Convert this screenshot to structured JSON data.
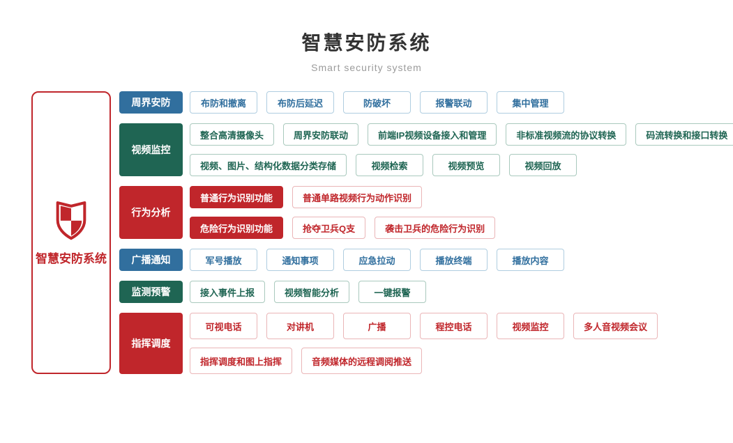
{
  "header": {
    "title": "智慧安防系统",
    "subtitle": "Smart security system"
  },
  "root": {
    "label": "智慧安防系统",
    "icon": "shield-icon"
  },
  "colors": {
    "blue": "#316F9E",
    "green": "#1F6553",
    "red": "#C0262B",
    "blue_border": "#AFCDE0",
    "green_border": "#A9C9BD",
    "red_border": "#EAB5B7",
    "title_text": "#333333",
    "subtitle_text": "#9B9B9B"
  },
  "categories": [
    {
      "label": "周界安防",
      "color": "blue",
      "tall": false,
      "rows": [
        [
          {
            "label": "布防和撤离",
            "variant": "outline"
          },
          {
            "label": "布防后延迟",
            "variant": "outline"
          },
          {
            "label": "防破坏",
            "variant": "outline"
          },
          {
            "label": "报警联动",
            "variant": "outline"
          },
          {
            "label": "集中管理",
            "variant": "outline"
          }
        ]
      ]
    },
    {
      "label": "视频监控",
      "color": "green",
      "tall": false,
      "rows": [
        [
          {
            "label": "整合高清摄像头",
            "variant": "outline"
          },
          {
            "label": "周界安防联动",
            "variant": "outline"
          },
          {
            "label": "前端IP视频设备接入和管理",
            "variant": "outline"
          },
          {
            "label": "非标准视频流的协议转换",
            "variant": "outline"
          },
          {
            "label": "码流转换和接口转换",
            "variant": "outline"
          }
        ],
        [
          {
            "label": "视频、图片、结构化数据分类存储",
            "variant": "outline"
          },
          {
            "label": "视频检索",
            "variant": "outline"
          },
          {
            "label": "视频预览",
            "variant": "outline"
          },
          {
            "label": "视频回放",
            "variant": "outline"
          }
        ]
      ]
    },
    {
      "label": "行为分析",
      "color": "red",
      "tall": false,
      "rows": [
        [
          {
            "label": "普通行为识别功能",
            "variant": "solid"
          },
          {
            "label": "普通单路视频行为动作识别",
            "variant": "outline"
          }
        ],
        [
          {
            "label": "危险行为识别功能",
            "variant": "solid"
          },
          {
            "label": "抢夺卫兵Q支",
            "variant": "outline"
          },
          {
            "label": "袭击卫兵的危险行为识别",
            "variant": "outline"
          }
        ]
      ]
    },
    {
      "label": "广播通知",
      "color": "blue",
      "tall": false,
      "rows": [
        [
          {
            "label": "军号播放",
            "variant": "outline"
          },
          {
            "label": "通知事项",
            "variant": "outline"
          },
          {
            "label": "应急拉动",
            "variant": "outline"
          },
          {
            "label": "播放终端",
            "variant": "outline"
          },
          {
            "label": "播放内容",
            "variant": "outline"
          }
        ]
      ]
    },
    {
      "label": "监测预警",
      "color": "green",
      "tall": false,
      "rows": [
        [
          {
            "label": "接入事件上报",
            "variant": "outline"
          },
          {
            "label": "视频智能分析",
            "variant": "outline"
          },
          {
            "label": "一键报警",
            "variant": "outline"
          }
        ]
      ]
    },
    {
      "label": "指挥调度",
      "color": "red",
      "tall": true,
      "rows": [
        [
          {
            "label": "可视电话",
            "variant": "outline"
          },
          {
            "label": "对讲机",
            "variant": "outline"
          },
          {
            "label": "广播",
            "variant": "outline"
          },
          {
            "label": "程控电话",
            "variant": "outline"
          },
          {
            "label": "视频监控",
            "variant": "outline"
          },
          {
            "label": "多人音视频会议",
            "variant": "outline"
          }
        ],
        [
          {
            "label": "指挥调度和图上指挥",
            "variant": "outline"
          },
          {
            "label": "音频媒体的远程调阅推送",
            "variant": "outline"
          }
        ]
      ]
    }
  ]
}
